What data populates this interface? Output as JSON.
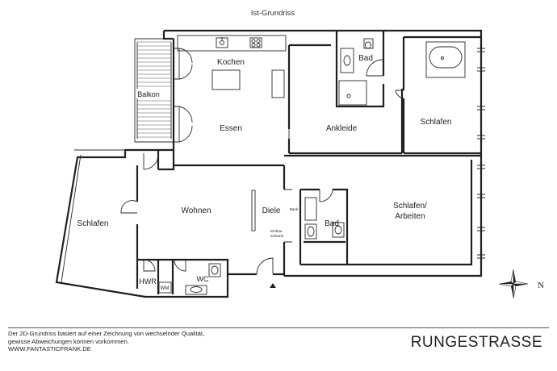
{
  "header": {
    "title": "Ist-Grundriss"
  },
  "rooms": {
    "kochen": "Kochen",
    "balkon": "Balkon",
    "essen": "Essen",
    "ankleide": "Ankleide",
    "bad_top": "Bad",
    "schlafen_right": "Schlafen",
    "schlafen_left": "Schlafen",
    "wohnen": "Wohnen",
    "diele": "Diele",
    "bank": "Bank",
    "einbauschrank_1": "Einbau-",
    "einbauschrank_2": "schrank",
    "bad_mid": "Bad",
    "schlafen_arbeiten_1": "Schlafen/",
    "schlafen_arbeiten_2": "Arbeiten",
    "hwr": "HWR",
    "wm": "WM",
    "wc": "WC"
  },
  "compass": {
    "north": "N"
  },
  "footer": {
    "line1": "Der 2D-Grundriss basiert auf einer Zeichnung von wechselnder Qualität,",
    "line2": "gewisse Abweichungen können vorkommen.",
    "line3": "WWW.FANTASTICFRANK.DE"
  },
  "street": "RUNGESTRASSE",
  "colors": {
    "wall": "#1f1f1f",
    "text": "#222222",
    "background": "#ffffff"
  }
}
